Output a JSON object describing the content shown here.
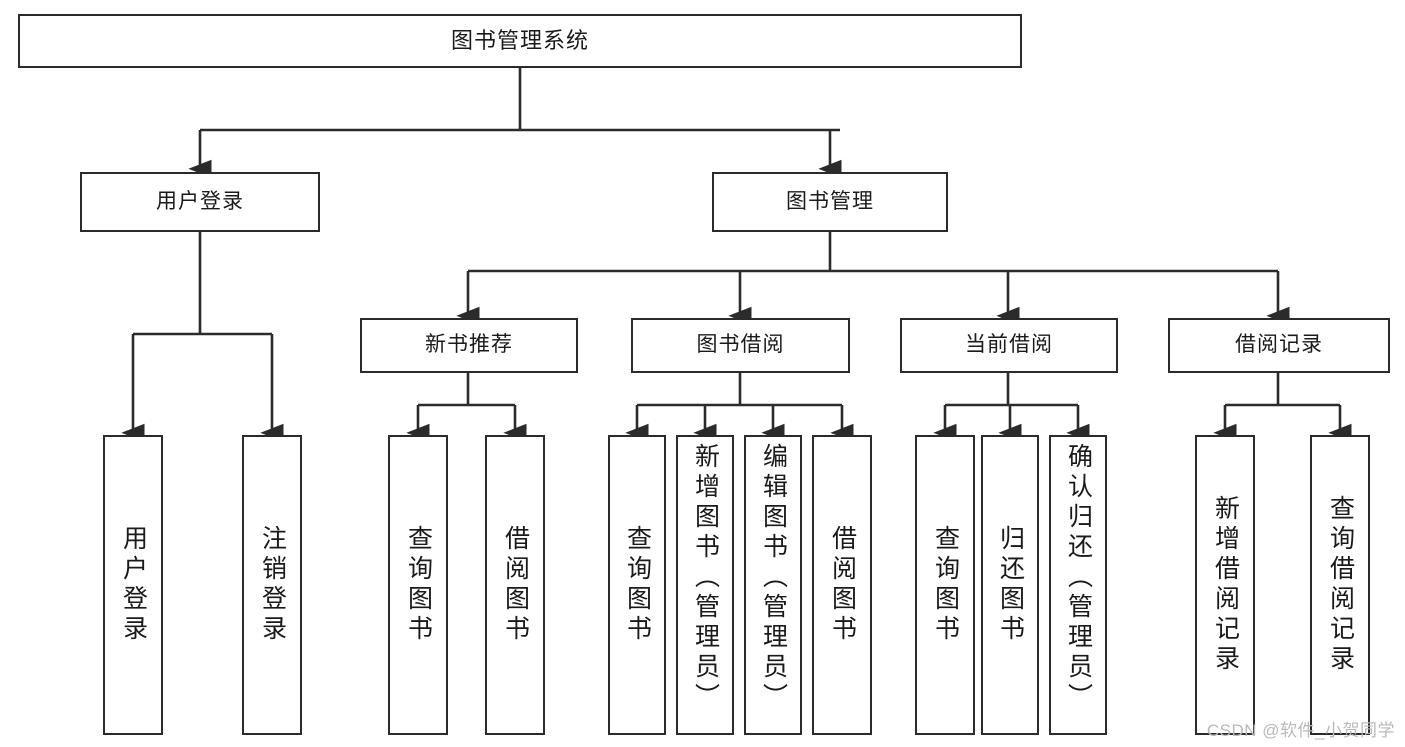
{
  "diagram": {
    "title": "图书管理系统",
    "type": "tree-hierarchy",
    "watermark": "CSDN @软件_小贺同学",
    "colors": {
      "box_border": "#2b2b2b",
      "box_fill": "#ffffff",
      "edge": "#2b2b2b",
      "text": "#1a1a1a",
      "watermark": "#b9b9b9"
    }
  },
  "nodes": {
    "root": {
      "label": "图书管理系统"
    },
    "level2": [
      {
        "id": "user-login",
        "label": "用户登录"
      },
      {
        "id": "book-manage",
        "label": "图书管理"
      }
    ],
    "level3": [
      {
        "id": "new-book-rec",
        "label": "新书推荐"
      },
      {
        "id": "book-borrow",
        "label": "图书借阅"
      },
      {
        "id": "current-borrow",
        "label": "当前借阅"
      },
      {
        "id": "borrow-record",
        "label": "借阅记录"
      }
    ],
    "leaves": {
      "user-login": [
        {
          "id": "leaf-user-login",
          "label": "用户登录"
        },
        {
          "id": "leaf-user-logout",
          "label": "注销登录"
        }
      ],
      "new-book-rec": [
        {
          "id": "leaf-query-book-1",
          "label": "查询图书"
        },
        {
          "id": "leaf-borrow-book-1",
          "label": "借阅图书"
        }
      ],
      "book-borrow": [
        {
          "id": "leaf-query-book-2",
          "label": "查询图书"
        },
        {
          "id": "leaf-add-book",
          "label": "新增图书（管理员）"
        },
        {
          "id": "leaf-edit-book",
          "label": "编辑图书（管理员）"
        },
        {
          "id": "leaf-borrow-book-2",
          "label": "借阅图书"
        }
      ],
      "current-borrow": [
        {
          "id": "leaf-query-book-3",
          "label": "查询图书"
        },
        {
          "id": "leaf-return-book",
          "label": "归还图书"
        },
        {
          "id": "leaf-confirm-return",
          "label": "确认归还（管理员）"
        }
      ],
      "borrow-record": [
        {
          "id": "leaf-add-record",
          "label": "新增借阅记录"
        },
        {
          "id": "leaf-query-record",
          "label": "查询借阅记录"
        }
      ]
    }
  }
}
